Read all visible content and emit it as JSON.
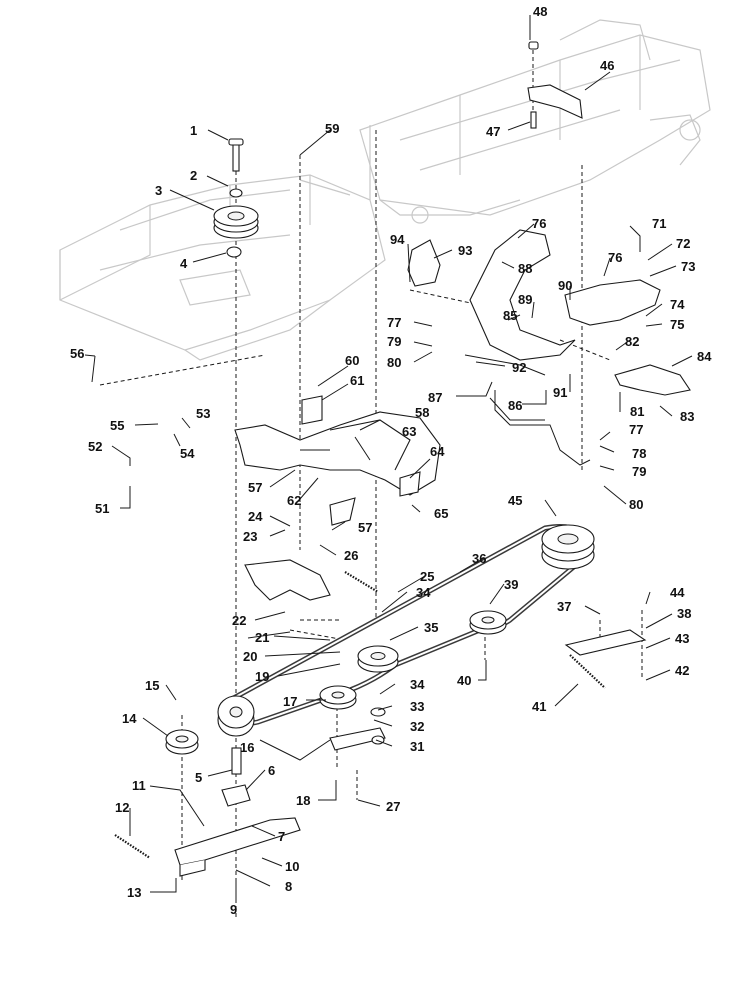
{
  "callouts": [
    {
      "id": "c1",
      "text": "1"
    },
    {
      "id": "c2",
      "text": "2"
    },
    {
      "id": "c3",
      "text": "3"
    },
    {
      "id": "c4",
      "text": "4"
    },
    {
      "id": "c5",
      "text": "5"
    },
    {
      "id": "c6",
      "text": "6"
    },
    {
      "id": "c7",
      "text": "7"
    },
    {
      "id": "c8",
      "text": "8"
    },
    {
      "id": "c9",
      "text": "9"
    },
    {
      "id": "c10",
      "text": "10"
    },
    {
      "id": "c11",
      "text": "11"
    },
    {
      "id": "c12",
      "text": "12"
    },
    {
      "id": "c13",
      "text": "13"
    },
    {
      "id": "c14",
      "text": "14"
    },
    {
      "id": "c15",
      "text": "15"
    },
    {
      "id": "c16",
      "text": "16"
    },
    {
      "id": "c17",
      "text": "17"
    },
    {
      "id": "c18",
      "text": "18"
    },
    {
      "id": "c19",
      "text": "19"
    },
    {
      "id": "c20",
      "text": "20"
    },
    {
      "id": "c21",
      "text": "21"
    },
    {
      "id": "c22",
      "text": "22"
    },
    {
      "id": "c23",
      "text": "23"
    },
    {
      "id": "c24",
      "text": "24"
    },
    {
      "id": "c25",
      "text": "25"
    },
    {
      "id": "c26",
      "text": "26"
    },
    {
      "id": "c27",
      "text": "27"
    },
    {
      "id": "c31",
      "text": "31"
    },
    {
      "id": "c32",
      "text": "32"
    },
    {
      "id": "c33",
      "text": "33"
    },
    {
      "id": "c34a",
      "text": "34"
    },
    {
      "id": "c34b",
      "text": "34"
    },
    {
      "id": "c35",
      "text": "35"
    },
    {
      "id": "c36",
      "text": "36"
    },
    {
      "id": "c37",
      "text": "37"
    },
    {
      "id": "c38",
      "text": "38"
    },
    {
      "id": "c39",
      "text": "39"
    },
    {
      "id": "c40",
      "text": "40"
    },
    {
      "id": "c41",
      "text": "41"
    },
    {
      "id": "c42",
      "text": "42"
    },
    {
      "id": "c43",
      "text": "43"
    },
    {
      "id": "c44",
      "text": "44"
    },
    {
      "id": "c45",
      "text": "45"
    },
    {
      "id": "c46",
      "text": "46"
    },
    {
      "id": "c47",
      "text": "47"
    },
    {
      "id": "c48",
      "text": "48"
    },
    {
      "id": "c51",
      "text": "51"
    },
    {
      "id": "c52",
      "text": "52"
    },
    {
      "id": "c53",
      "text": "53"
    },
    {
      "id": "c54",
      "text": "54"
    },
    {
      "id": "c55",
      "text": "55"
    },
    {
      "id": "c56",
      "text": "56"
    },
    {
      "id": "c57a",
      "text": "57"
    },
    {
      "id": "c57b",
      "text": "57"
    },
    {
      "id": "c58",
      "text": "58"
    },
    {
      "id": "c59",
      "text": "59"
    },
    {
      "id": "c60",
      "text": "60"
    },
    {
      "id": "c61",
      "text": "61"
    },
    {
      "id": "c62",
      "text": "62"
    },
    {
      "id": "c63",
      "text": "63"
    },
    {
      "id": "c64",
      "text": "64"
    },
    {
      "id": "c65",
      "text": "65"
    },
    {
      "id": "c71",
      "text": "71"
    },
    {
      "id": "c72",
      "text": "72"
    },
    {
      "id": "c73",
      "text": "73"
    },
    {
      "id": "c74",
      "text": "74"
    },
    {
      "id": "c75",
      "text": "75"
    },
    {
      "id": "c76a",
      "text": "76"
    },
    {
      "id": "c76b",
      "text": "76"
    },
    {
      "id": "c77a",
      "text": "77"
    },
    {
      "id": "c77b",
      "text": "77"
    },
    {
      "id": "c78",
      "text": "78"
    },
    {
      "id": "c79a",
      "text": "79"
    },
    {
      "id": "c79b",
      "text": "79"
    },
    {
      "id": "c80a",
      "text": "80"
    },
    {
      "id": "c80b",
      "text": "80"
    },
    {
      "id": "c81",
      "text": "81"
    },
    {
      "id": "c82",
      "text": "82"
    },
    {
      "id": "c83",
      "text": "83"
    },
    {
      "id": "c84",
      "text": "84"
    },
    {
      "id": "c85",
      "text": "85"
    },
    {
      "id": "c86",
      "text": "86"
    },
    {
      "id": "c87",
      "text": "87"
    },
    {
      "id": "c88",
      "text": "88"
    },
    {
      "id": "c89",
      "text": "89"
    },
    {
      "id": "c90",
      "text": "90"
    },
    {
      "id": "c91",
      "text": "91"
    },
    {
      "id": "c92",
      "text": "92"
    },
    {
      "id": "c93",
      "text": "93"
    },
    {
      "id": "c94",
      "text": "94"
    }
  ]
}
